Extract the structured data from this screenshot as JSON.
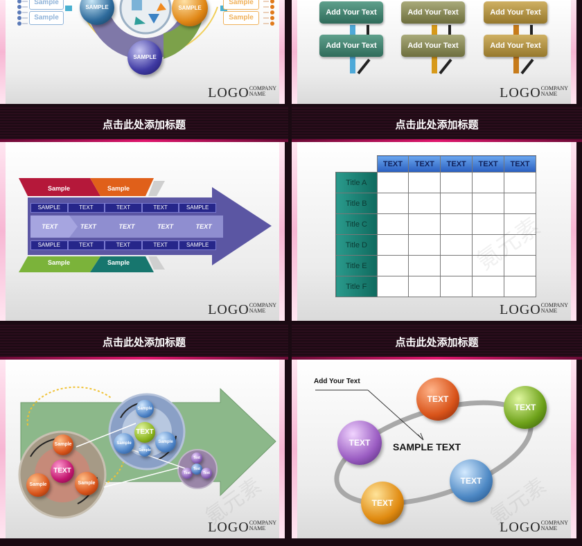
{
  "colors": {
    "accent_pink": "#e0156c",
    "dark_band": "#1d0b14"
  },
  "logo": {
    "word": "LOGO",
    "company": "COMPANY",
    "name": "NAME"
  },
  "slide_title": "点击此处添加标题",
  "cycle": {
    "sample_labels": [
      "Sample",
      "Sample",
      "Sample",
      "Sample"
    ],
    "ball_labels": [
      "SAMPLE",
      "SAMPLE",
      "SAMPLE"
    ]
  },
  "flow": {
    "box_label": "Add Your Text"
  },
  "fishbone": {
    "top_tabs": [
      "Sample",
      "Sample"
    ],
    "bottom_tabs": [
      "Sample",
      "Sample"
    ],
    "row_top": [
      "SAMPLE",
      "TEXT",
      "TEXT",
      "TEXT",
      "SAMPLE"
    ],
    "row_mid": [
      "TEXT",
      "TEXT",
      "TEXT",
      "TEXT",
      "TEXT"
    ],
    "row_bottom": [
      "SAMPLE",
      "TEXT",
      "TEXT",
      "TEXT",
      "SAMPLE"
    ]
  },
  "table": {
    "headers": [
      "TEXT",
      "TEXT",
      "TEXT",
      "TEXT",
      "TEXT"
    ],
    "rows": [
      "Title  A",
      "Title  B",
      "Title  C",
      "Title  D",
      "Title  E",
      "Title  F"
    ]
  },
  "clusters": {
    "center": "TEXT",
    "small": [
      "Sample",
      "Sample",
      "Sample"
    ],
    "mid_center": "TEXT",
    "mid": [
      "Sample",
      "Sample",
      "Sample",
      "Sample"
    ],
    "tiny": [
      "Text",
      "Text",
      "Text",
      "Text"
    ]
  },
  "orbit": {
    "callout": "Add Your Text",
    "center": "SAMPLE TEXT",
    "balls": [
      "TEXT",
      "TEXT",
      "TEXT",
      "TEXT",
      "TEXT"
    ]
  },
  "watermark": "氪元素"
}
